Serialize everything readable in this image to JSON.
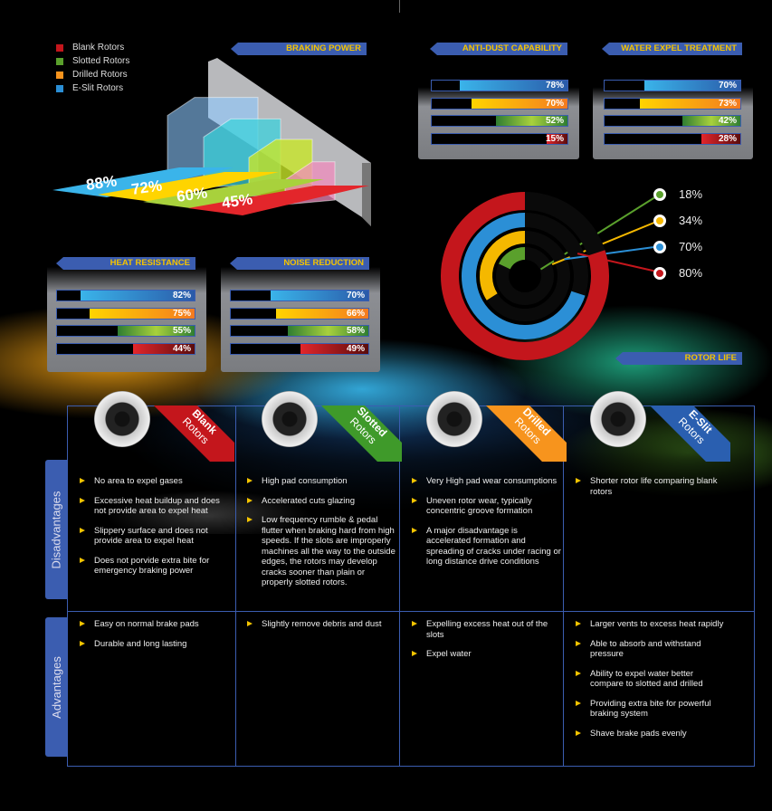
{
  "legend": [
    {
      "label": "Blank Rotors",
      "color": "#c4161c"
    },
    {
      "label": "Slotted Rotors",
      "color": "#5aa02c"
    },
    {
      "label": "Drilled Rotors",
      "color": "#f7941d"
    },
    {
      "label": "E-Slit Rotors",
      "color": "#2b8fd6"
    }
  ],
  "chart_data": [
    {
      "type": "bar",
      "title": "BRAKING POWER",
      "categories": [
        "E-Slit Rotors",
        "Drilled Rotors",
        "Slotted Rotors",
        "Blank Rotors"
      ],
      "values": [
        88,
        72,
        60,
        45
      ],
      "labels": [
        "88%",
        "72%",
        "60%",
        "45%"
      ],
      "ylim": [
        0,
        100
      ]
    },
    {
      "type": "bar",
      "title": "ANTI-DUST CAPABILITY",
      "categories": [
        "E-Slit Rotors",
        "Drilled Rotors",
        "Slotted Rotors",
        "Blank Rotors"
      ],
      "values": [
        78,
        70,
        52,
        15
      ],
      "labels": [
        "78%",
        "70%",
        "52%",
        "15%"
      ]
    },
    {
      "type": "bar",
      "title": "WATER EXPEL TREATMENT",
      "categories": [
        "E-Slit Rotors",
        "Drilled Rotors",
        "Slotted Rotors",
        "Blank Rotors"
      ],
      "values": [
        70,
        73,
        42,
        28
      ],
      "labels": [
        "70%",
        "73%",
        "42%",
        "28%"
      ]
    },
    {
      "type": "bar",
      "title": "HEAT RESISTANCE",
      "categories": [
        "E-Slit Rotors",
        "Drilled Rotors",
        "Slotted Rotors",
        "Blank Rotors"
      ],
      "values": [
        82,
        75,
        55,
        44
      ],
      "labels": [
        "82%",
        "75%",
        "55%",
        "44%"
      ]
    },
    {
      "type": "bar",
      "title": "NOISE REDUCTION",
      "categories": [
        "E-Slit Rotors",
        "Drilled Rotors",
        "Slotted Rotors",
        "Blank Rotors"
      ],
      "values": [
        70,
        66,
        58,
        49
      ],
      "labels": [
        "70%",
        "66%",
        "58%",
        "49%"
      ]
    },
    {
      "type": "pie",
      "title": "ROTOR LIFE",
      "categories": [
        "Slotted Rotors",
        "Drilled Rotors",
        "E-Slit Rotors",
        "Blank Rotors"
      ],
      "values": [
        18,
        34,
        70,
        80
      ],
      "labels": [
        "18%",
        "34%",
        "70%",
        "80%"
      ]
    }
  ],
  "colors": {
    "blank": "#c4161c",
    "slotted": "#5aa02c",
    "drilled": "#f7941d",
    "eslit": "#2b8fd6",
    "banner": "#3b5db0",
    "banner_text": "#f5c400"
  },
  "table": {
    "row_labels": {
      "disadvantages": "Disadvantages",
      "advantages": "Advantages"
    },
    "columns": [
      {
        "name_bold": "Blank",
        "name": "Rotors",
        "color": "#c4161c",
        "disadvantages": [
          "No area to expel gases",
          "Excessive heat buildup and does not provide area to expel heat",
          "Slippery surface and does not provide area to expel heat",
          "Does not porvide extra bite for emergency braking power"
        ],
        "advantages": [
          "Easy  on normal brake pads",
          "Durable and long lasting"
        ]
      },
      {
        "name_bold": "Slotted",
        "name": "Rotors",
        "color": "#3f9a2a",
        "disadvantages": [
          "High pad consumption",
          "Accelerated cuts glazing",
          "Low frequency rumble & pedal flutter when braking hard from high speeds. If the slots are improperly machines all the way to the outside edges, the rotors may develop cracks sooner than plain or properly slotted rotors."
        ],
        "advantages": [
          "Slightly remove debris and dust"
        ]
      },
      {
        "name_bold": "Drilled",
        "name": "Rotors",
        "color": "#f7941d",
        "disadvantages": [
          "Very High pad wear consumptions",
          "Uneven rotor wear, typically concentric groove formation",
          "A major disadvantage is accelerated formation and spreading of cracks under racing or long distance drive conditions"
        ],
        "advantages": [
          "Expelling excess heat out of the slots",
          "Expel water"
        ]
      },
      {
        "name_bold": "E-Slit",
        "name": "Rotors",
        "color": "#2a5fb0",
        "disadvantages": [
          "Shorter rotor life comparing blank rotors"
        ],
        "advantages": [
          "Larger vents to excess heat rapidly",
          "Able to absorb and withstand pressure",
          "Ability to expel water better compare to slotted and drilled",
          "Providing extra bite for powerful braking system",
          "Shave brake pads evenly"
        ]
      }
    ]
  }
}
